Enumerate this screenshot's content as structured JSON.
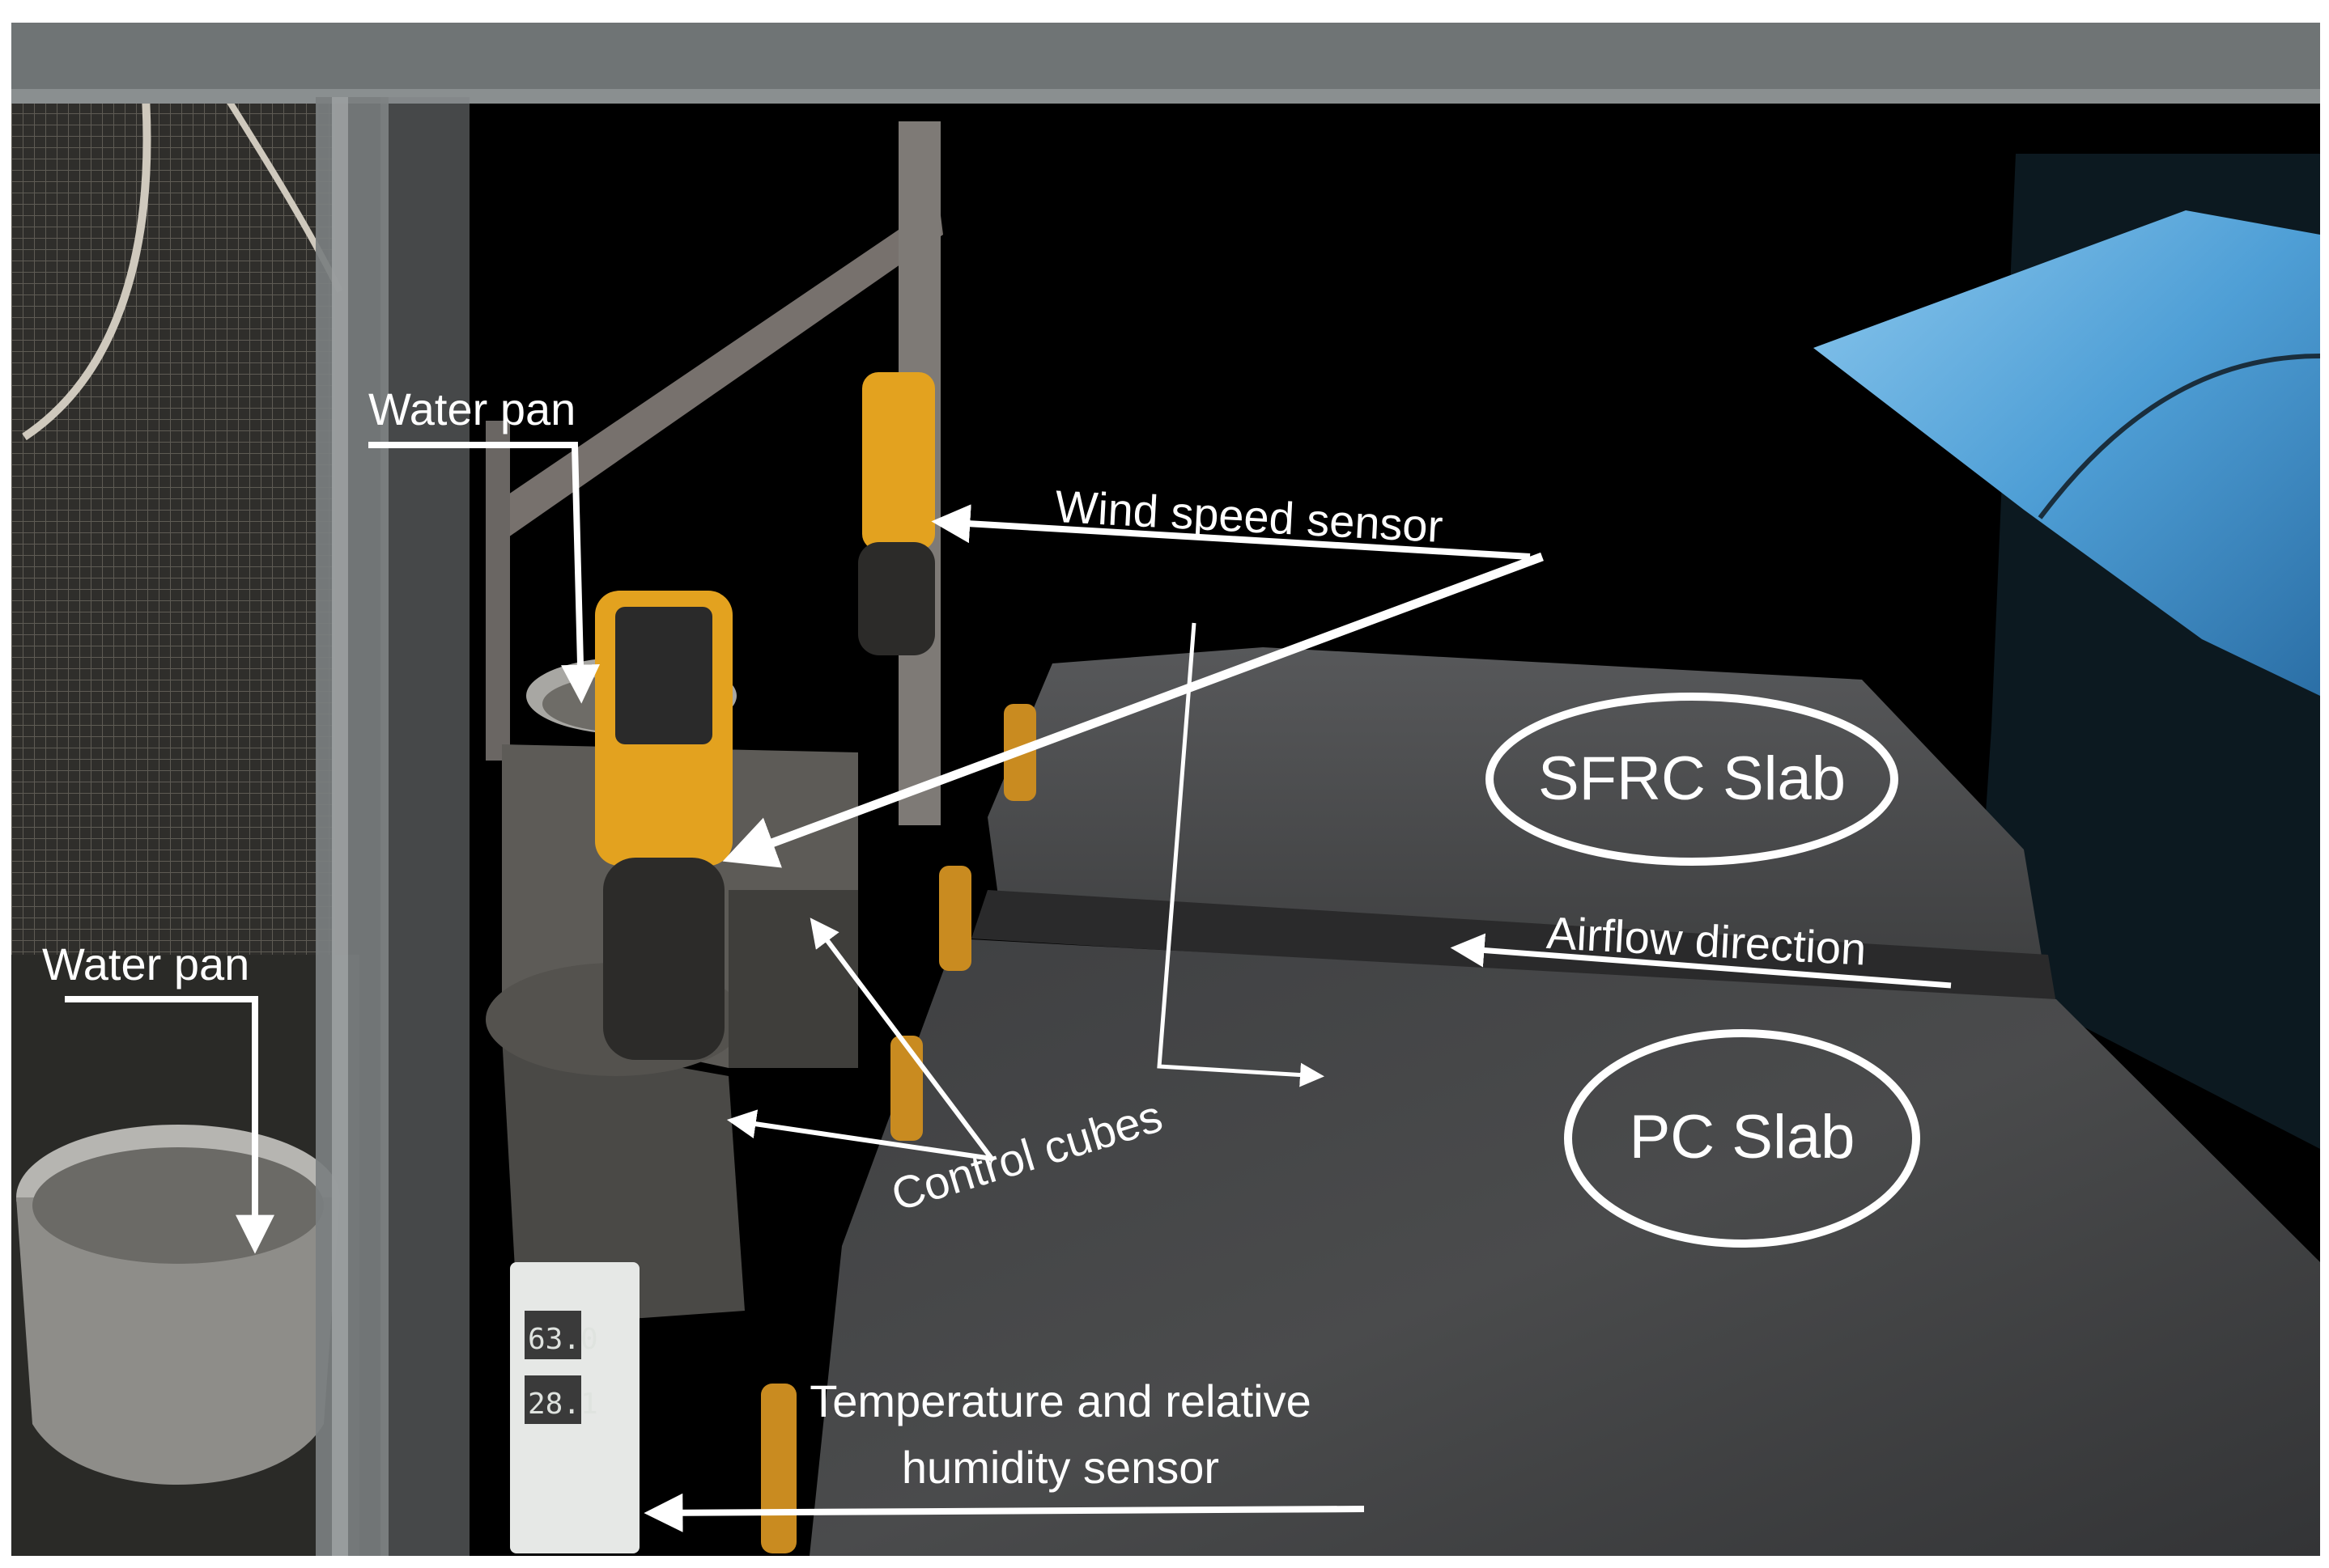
{
  "photo": {
    "labels": {
      "water_pan_top": "Water pan",
      "water_pan_left": "Water pan",
      "wind_speed_sensor": "Wind speed sensor",
      "sfrc_slab": "SFRC Slab",
      "pc_slab": "PC Slab",
      "airflow_direction": "Airflow direction",
      "control_cubes": "Control cubes",
      "temp_rh_sensor_line1": "Temperature and relative",
      "temp_rh_sensor_line2": "humidity sensor"
    },
    "display_readings": [
      "63.0",
      "28.1"
    ],
    "colors": {
      "annotation": "#ffffff",
      "background_dark": "#000000",
      "slab": "#4a4a48",
      "frame": "#7b7f80",
      "shield": "#5aa9e0",
      "sensor_yellow": "#e3a21f"
    }
  }
}
